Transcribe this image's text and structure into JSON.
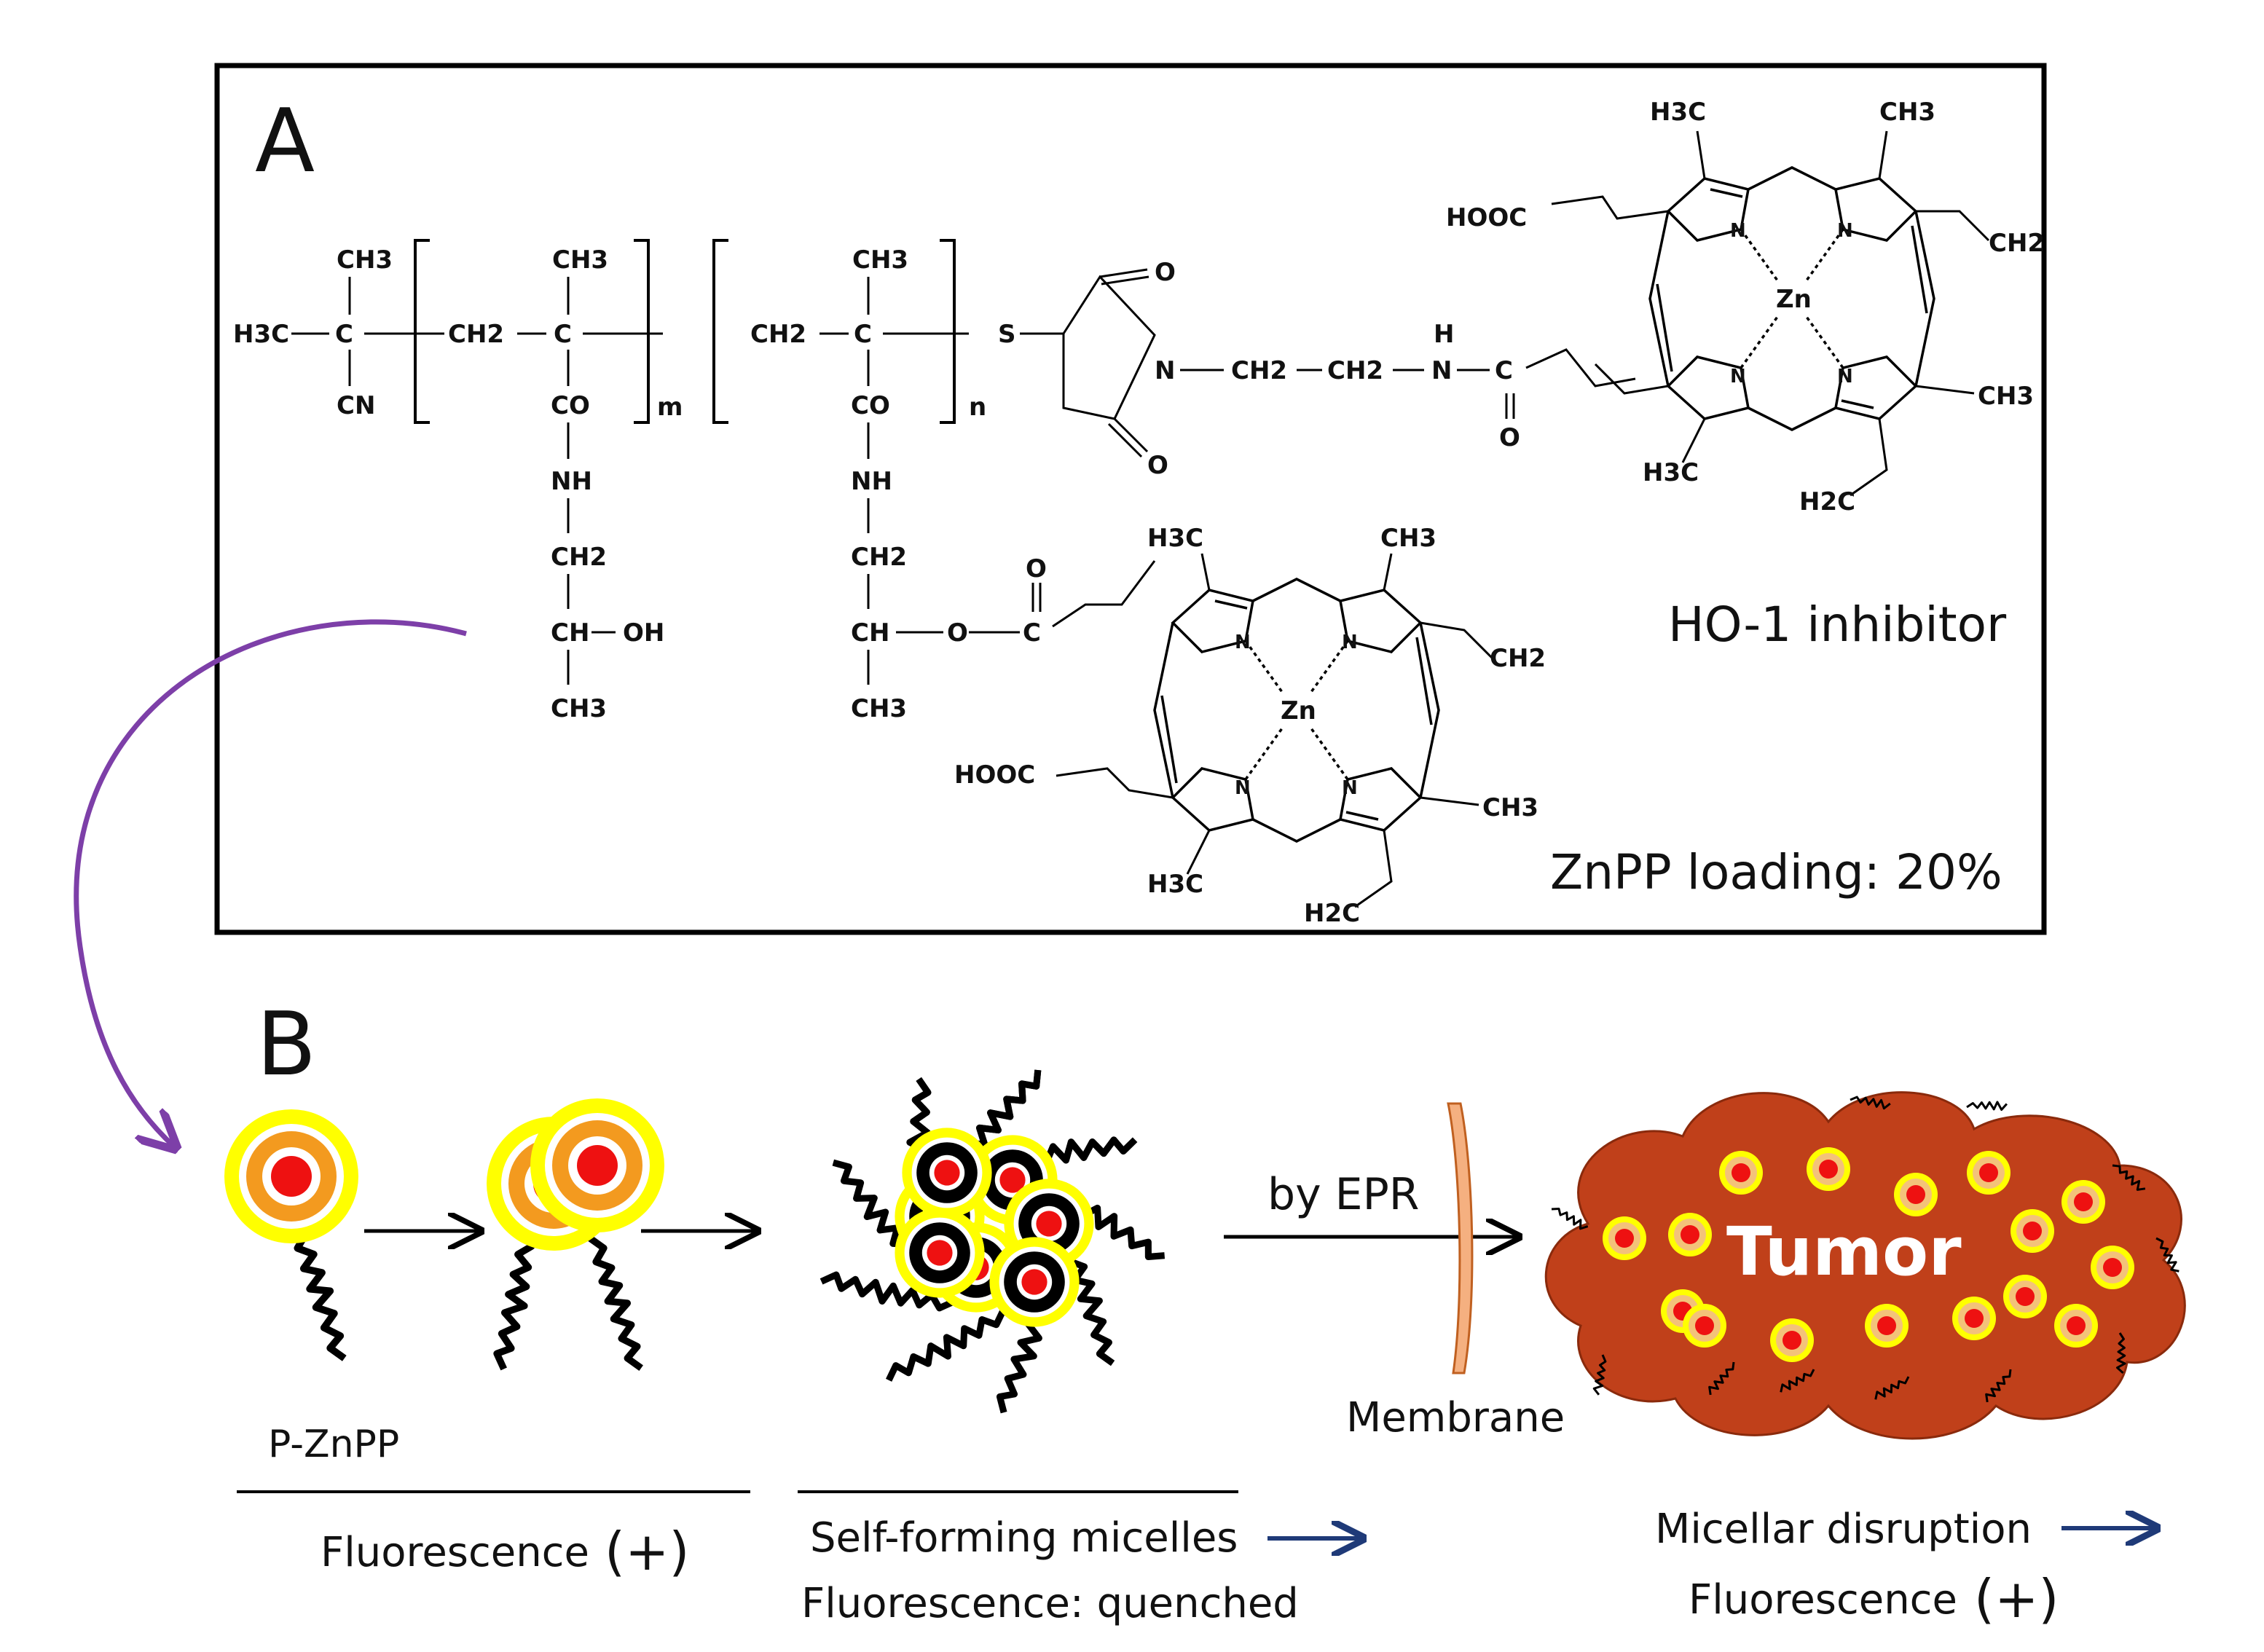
{
  "panel_a": {
    "letter": "A",
    "inhibitor_label": "HO-1 inhibitor",
    "loading_label": "ZnPP loading: 20%",
    "chem": {
      "ch3": "CH3",
      "h3c": "H3C",
      "cn": "CN",
      "ch2": "CH2",
      "c": "C",
      "co": "CO",
      "nh": "NH",
      "ch": "CH",
      "oh": "OH",
      "o": "O",
      "s": "S",
      "n": "N",
      "h": "H",
      "m": "m",
      "n_sub": "n",
      "hooc": "HOOC",
      "zn": "Zn",
      "ch2_vinyl": "CH2",
      "h2c": "H2C"
    }
  },
  "panel_b": {
    "letter": "B",
    "pzn_label": "P-ZnPP",
    "fluor_plus_1": "Fluorescence",
    "plus_sign_1": "(+)",
    "micelle_label_1": "Self-forming micelles",
    "micelle_label_2": "Fluorescence: quenched",
    "epr_label": "by EPR",
    "membrane_label": "Membrane",
    "tumor_label": "Tumor",
    "disruption_label": "Micellar disruption",
    "fluor_plus_2": "Fluorescence",
    "plus_sign_2": "(+)"
  },
  "colors": {
    "yellow": "#ffff00",
    "orange": "#f39a1f",
    "red": "#ee1111",
    "tumor": "#c0401a",
    "membrane": "#f5b080",
    "arrow_purple": "#7d3fa8",
    "arrow_navy": "#1f3a78"
  }
}
